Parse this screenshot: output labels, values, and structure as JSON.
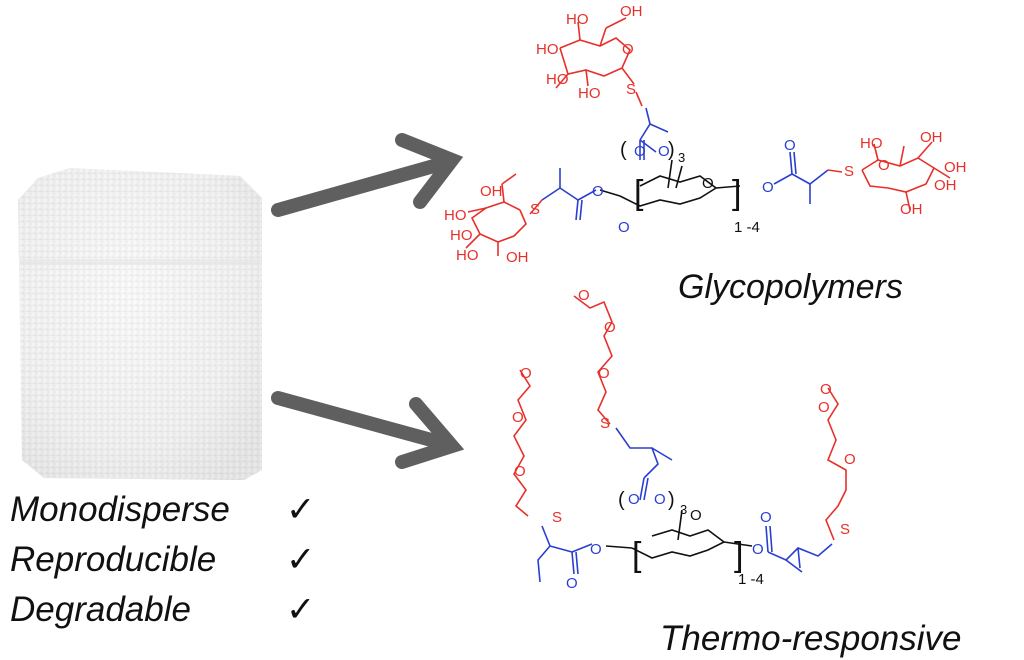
{
  "labels": {
    "glycopolymers": "Glycopolymers",
    "thermo": "Thermo-responsive"
  },
  "properties": [
    {
      "label": "Monodisperse",
      "check": "✓"
    },
    {
      "label": "Reproducible",
      "check": "✓"
    },
    {
      "label": "Degradable",
      "check": "✓"
    }
  ],
  "atoms": {
    "OH": "HO",
    "OH_right": "OH",
    "O": "O",
    "S": "S"
  },
  "repeat": {
    "paren_open": "(",
    "paren_close": ")",
    "sub3": "3",
    "range": "1 -4",
    "bracket_open": "[",
    "bracket_close": "]"
  },
  "colors": {
    "sugar": "#e8302a",
    "linker": "#2a3fd0",
    "core": "#111111",
    "arrow": "#5f5f5f",
    "cube": "#f1f1f1"
  }
}
